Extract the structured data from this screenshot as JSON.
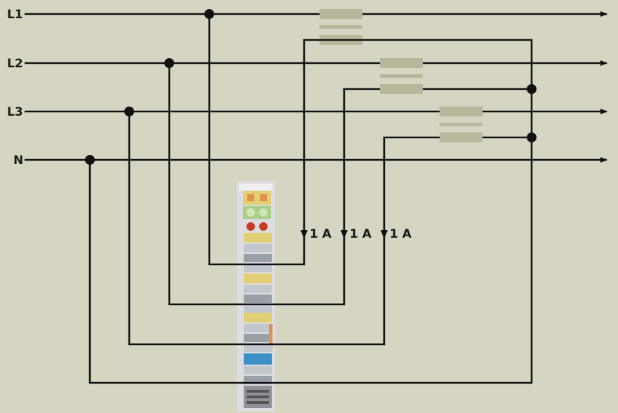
{
  "lines": [
    {
      "id": "L1",
      "label": "L1"
    },
    {
      "id": "L2",
      "label": "L2"
    },
    {
      "id": "L3",
      "label": "L3"
    },
    {
      "id": "N",
      "label": "N"
    }
  ],
  "current_labels": [
    "1 A",
    "1 A",
    "1 A"
  ],
  "colors": {
    "background": "#d6d5c2",
    "wire": "#111111",
    "transformer": "#b6b79b",
    "terminal_yellow": "#e3cf73",
    "terminal_orange": "#e2904a",
    "terminal_green": "#a9cf86",
    "terminal_red": "#c83a24",
    "terminal_blue": "#3b8fc7",
    "terminal_grey": "#9aa0a8"
  }
}
